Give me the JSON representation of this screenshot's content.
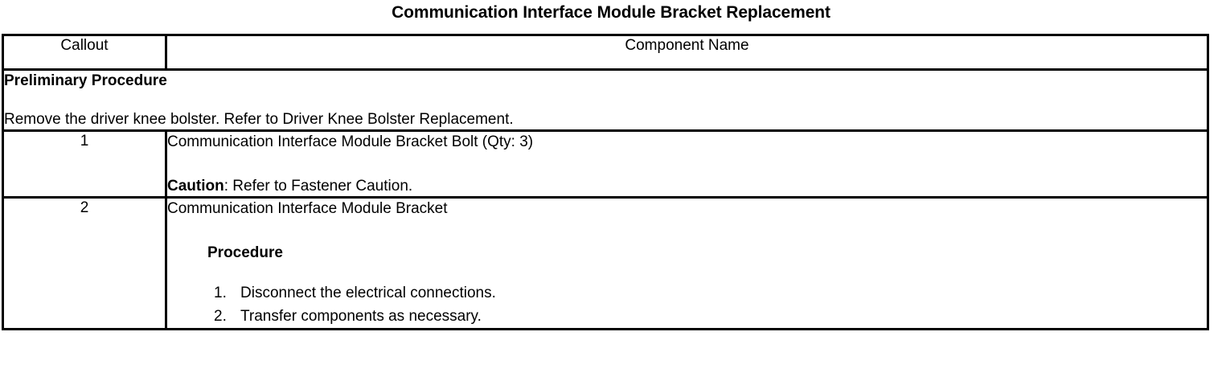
{
  "document": {
    "title": "Communication Interface Module Bracket Replacement"
  },
  "table": {
    "headers": {
      "callout": "Callout",
      "component_name": "Component Name"
    },
    "preliminary": {
      "heading": "Preliminary Procedure",
      "body": "Remove the driver knee bolster. Refer to Driver Knee Bolster Replacement."
    },
    "rows": [
      {
        "callout": "1",
        "name": "Communication Interface Module Bracket Bolt (Qty: 3)",
        "caution_label": "Caution",
        "caution_text": ": Refer to Fastener Caution."
      },
      {
        "callout": "2",
        "name": "Communication Interface Module Bracket",
        "procedure_heading": "Procedure",
        "steps": [
          "Disconnect the electrical connections.",
          "Transfer components as necessary."
        ]
      }
    ]
  }
}
